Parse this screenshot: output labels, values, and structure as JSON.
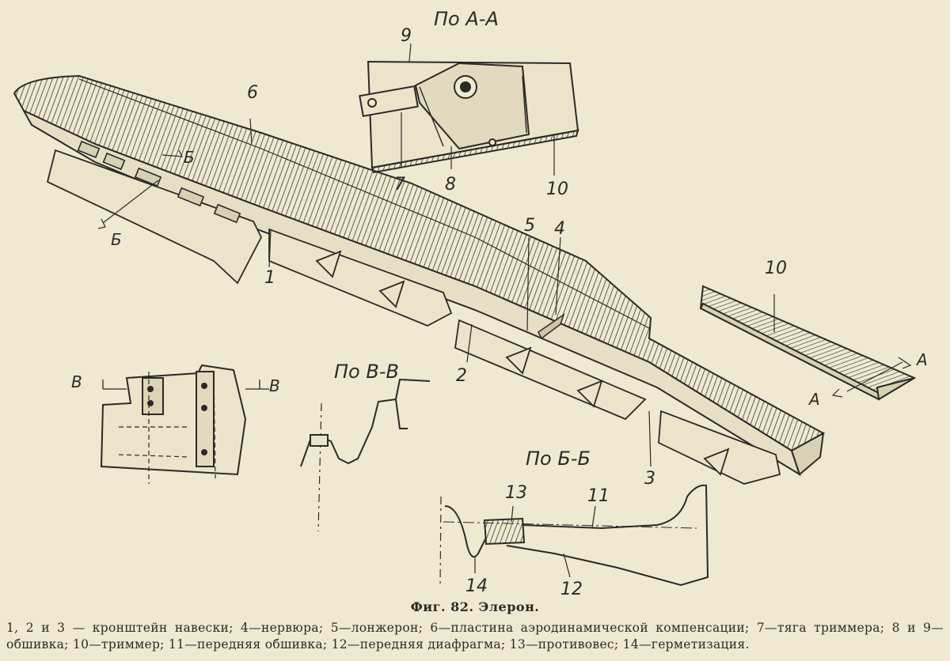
{
  "section_titles": {
    "aa": "По А-А",
    "vv": "По В-В",
    "bb": "По Б-Б"
  },
  "callouts": {
    "n1": "1",
    "n2": "2",
    "n3": "3",
    "n4": "4",
    "n5": "5",
    "n6": "6",
    "n7": "7",
    "n8": "8",
    "n9": "9",
    "n10_detail": "10",
    "n10_trimmer": "10",
    "n11": "11",
    "n12": "12",
    "n13": "13",
    "n14": "14"
  },
  "cut_marks": {
    "b_upper": "Б",
    "b_lower": "Б",
    "a_upper": "А",
    "a_lower": "А",
    "v_left": "В",
    "v_right": "В"
  },
  "caption": {
    "title": "Фиг. 82. Элерон.",
    "legend": "1, 2 и 3 — кронштейн навески; 4—нервюра; 5—лонжерон; 6—пластина аэродинамической компенсации; 7—тяга триммера; 8 и 9—обшивка; 10—триммер; 11—передняя обшивка; 12—передняя диафрагма; 13—противовес; 14—герметизация."
  }
}
